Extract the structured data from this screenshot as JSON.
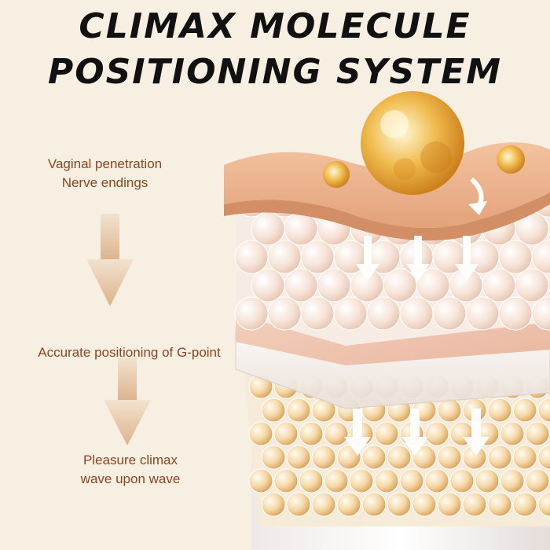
{
  "title": {
    "line1": "CLIMAX MOLECULE",
    "line2": "POSITIONING SYSTEM"
  },
  "steps": [
    {
      "line1": "Vaginal penetration",
      "line2": "Nerve endings"
    },
    {
      "line1": "Accurate positioning of G-point"
    },
    {
      "line1": "Pleasure climax",
      "line2": "wave upon wave"
    }
  ],
  "colors": {
    "background": "#f8efe3",
    "label_text": "#8a4620",
    "arrow": "#e4c2a0",
    "title_text": "#111111",
    "molecule": "#e9a93a"
  }
}
